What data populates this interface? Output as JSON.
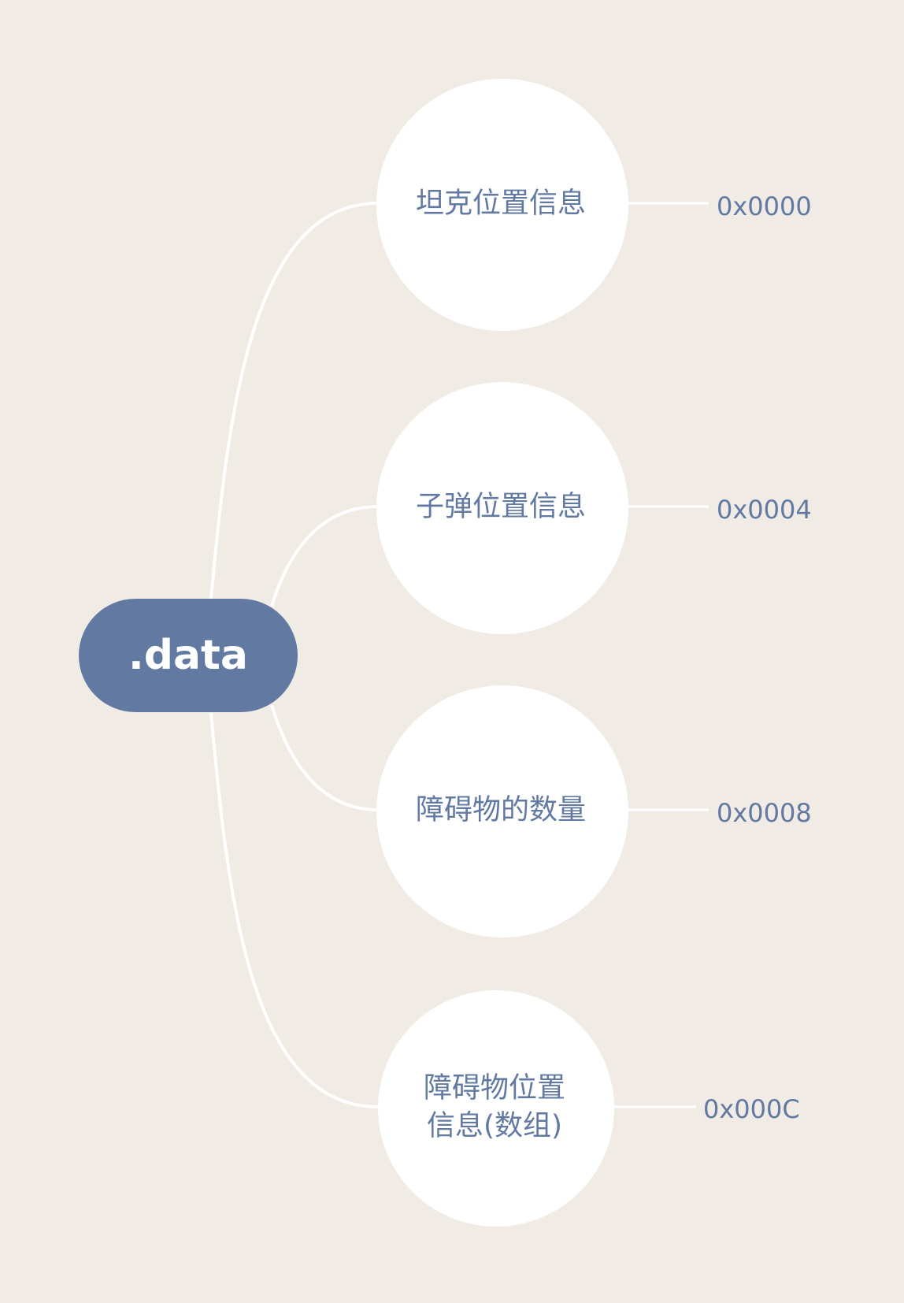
{
  "root": {
    "label": ".data",
    "color": "#6279a2"
  },
  "branches": [
    {
      "lines": [
        "坦克位置信息"
      ],
      "address": "0x0000"
    },
    {
      "lines": [
        "子弹位置信息"
      ],
      "address": "0x0004"
    },
    {
      "lines": [
        "障碍物的数量"
      ],
      "address": "0x0008"
    },
    {
      "lines": [
        "障碍物位置",
        "信息(数组)"
      ],
      "address": "0x000C"
    }
  ],
  "colors": {
    "background": "#f0ebe5",
    "node_fill": "#ffffff",
    "text": "#6279a2"
  }
}
